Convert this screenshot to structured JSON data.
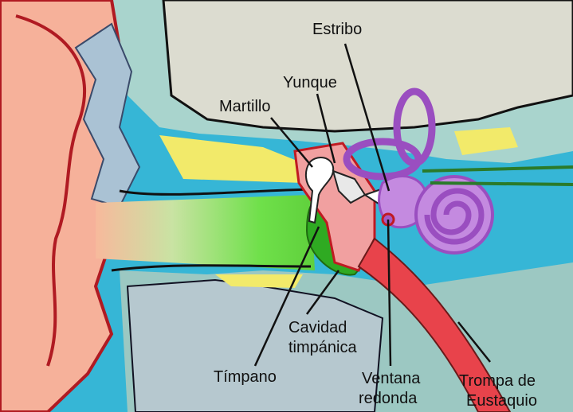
{
  "labels": {
    "estribo": "Estribo",
    "yunque": "Yunque",
    "martillo": "Martillo",
    "cavidad_line1": "Cavidad",
    "cavidad_line2": "timpánica",
    "timpano": "Tímpano",
    "ventana_line1": "Ventana",
    "ventana_line2": "redonda",
    "trompa_line1": "Trompa de",
    "trompa_line2": "Eustaquio"
  },
  "colors": {
    "background": "#36b6d6",
    "skin": "#f6b19a",
    "bone_gray": "#c7d7da",
    "canal_green": "#6fe04a",
    "eardrum": "#2faa22",
    "cochlea": "#b57ad9",
    "eustachian": "#e8434b"
  }
}
